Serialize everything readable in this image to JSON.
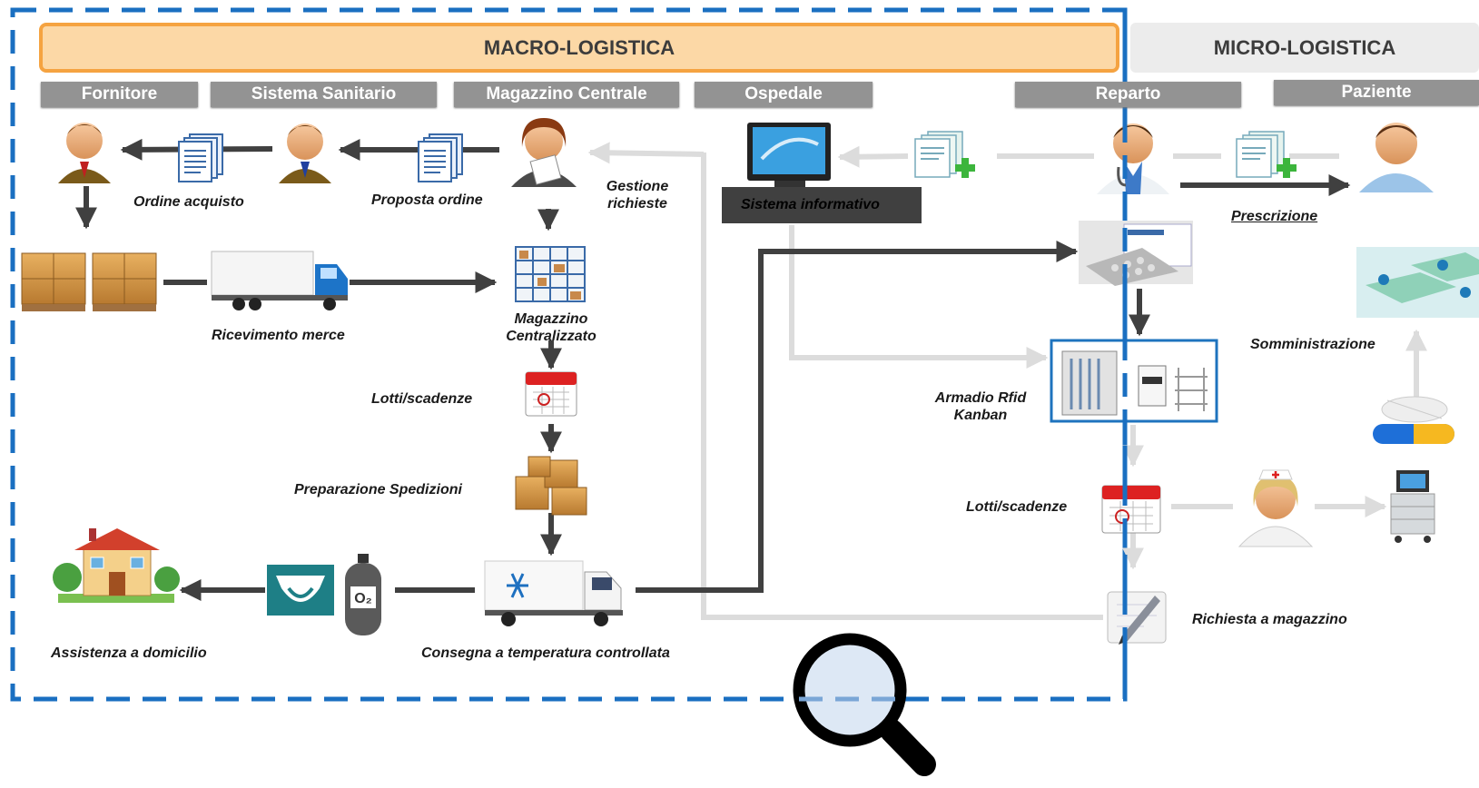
{
  "banners": {
    "macro": "MACRO-LOGISTICA",
    "micro": "MICRO-LOGISTICA"
  },
  "headers": {
    "fornitore": "Fornitore",
    "sistema_sanitario": "Sistema Sanitario",
    "magazzino_centrale": "Magazzino Centrale",
    "ospedale": "Ospedale",
    "reparto": "Reparto",
    "paziente": "Paziente"
  },
  "labels": {
    "ordine_acquisto": "Ordine acquisto",
    "proposta_ordine": "Proposta ordine",
    "gestione_richieste_1": "Gestione",
    "gestione_richieste_2": "richieste",
    "sistema_informativo": "Sistema informativo",
    "prescrizione": "Prescrizione",
    "ricevimento_merce": "Ricevimento merce",
    "magazzino_centralizzato_1": "Magazzino",
    "magazzino_centralizzato_2": "Centralizzato",
    "somministrazione": "Somministrazione",
    "lotti_scadenze_central": "Lotti/scadenze",
    "armadio_1": "Armadio Rfid",
    "armadio_2": "Kanban",
    "preparazione_spedizioni": "Preparazione Spedizioni",
    "lotti_scadenze_reparto": "Lotti/scadenze",
    "assistenza_domicilio": "Assistenza a domicilio",
    "consegna": "Consegna a temperatura controllata",
    "richiesta_magazzino": "Richiesta a magazzino",
    "oxygen_symbol": "O₂"
  },
  "icons": [
    "supplier-person-icon",
    "document-stack-icon",
    "health-system-person-icon",
    "warehouse-operator-icon",
    "computer-icon",
    "prescription-document-icon",
    "doctor-icon",
    "patient-icon",
    "pallet-boxes-icon",
    "truck-icon",
    "warehouse-shelves-icon",
    "medicine-pack-icon",
    "hospital-ward-icon",
    "calendar-icon",
    "rfid-cabinet-icon",
    "pill-capsule-icon",
    "boxes-icon",
    "nurse-icon",
    "medical-cart-icon",
    "house-icon",
    "diaper-icon",
    "oxygen-tank-icon",
    "refrigerated-truck-icon",
    "notepad-pen-icon",
    "magnifier-icon"
  ],
  "colors": {
    "macro_fill": "#fcd8a6",
    "macro_border": "#f5a341",
    "dashed_boundary": "#1a6fc1",
    "header_fill": "#939393",
    "arrow_dark": "#404040",
    "arrow_light": "#dcdcdc"
  }
}
